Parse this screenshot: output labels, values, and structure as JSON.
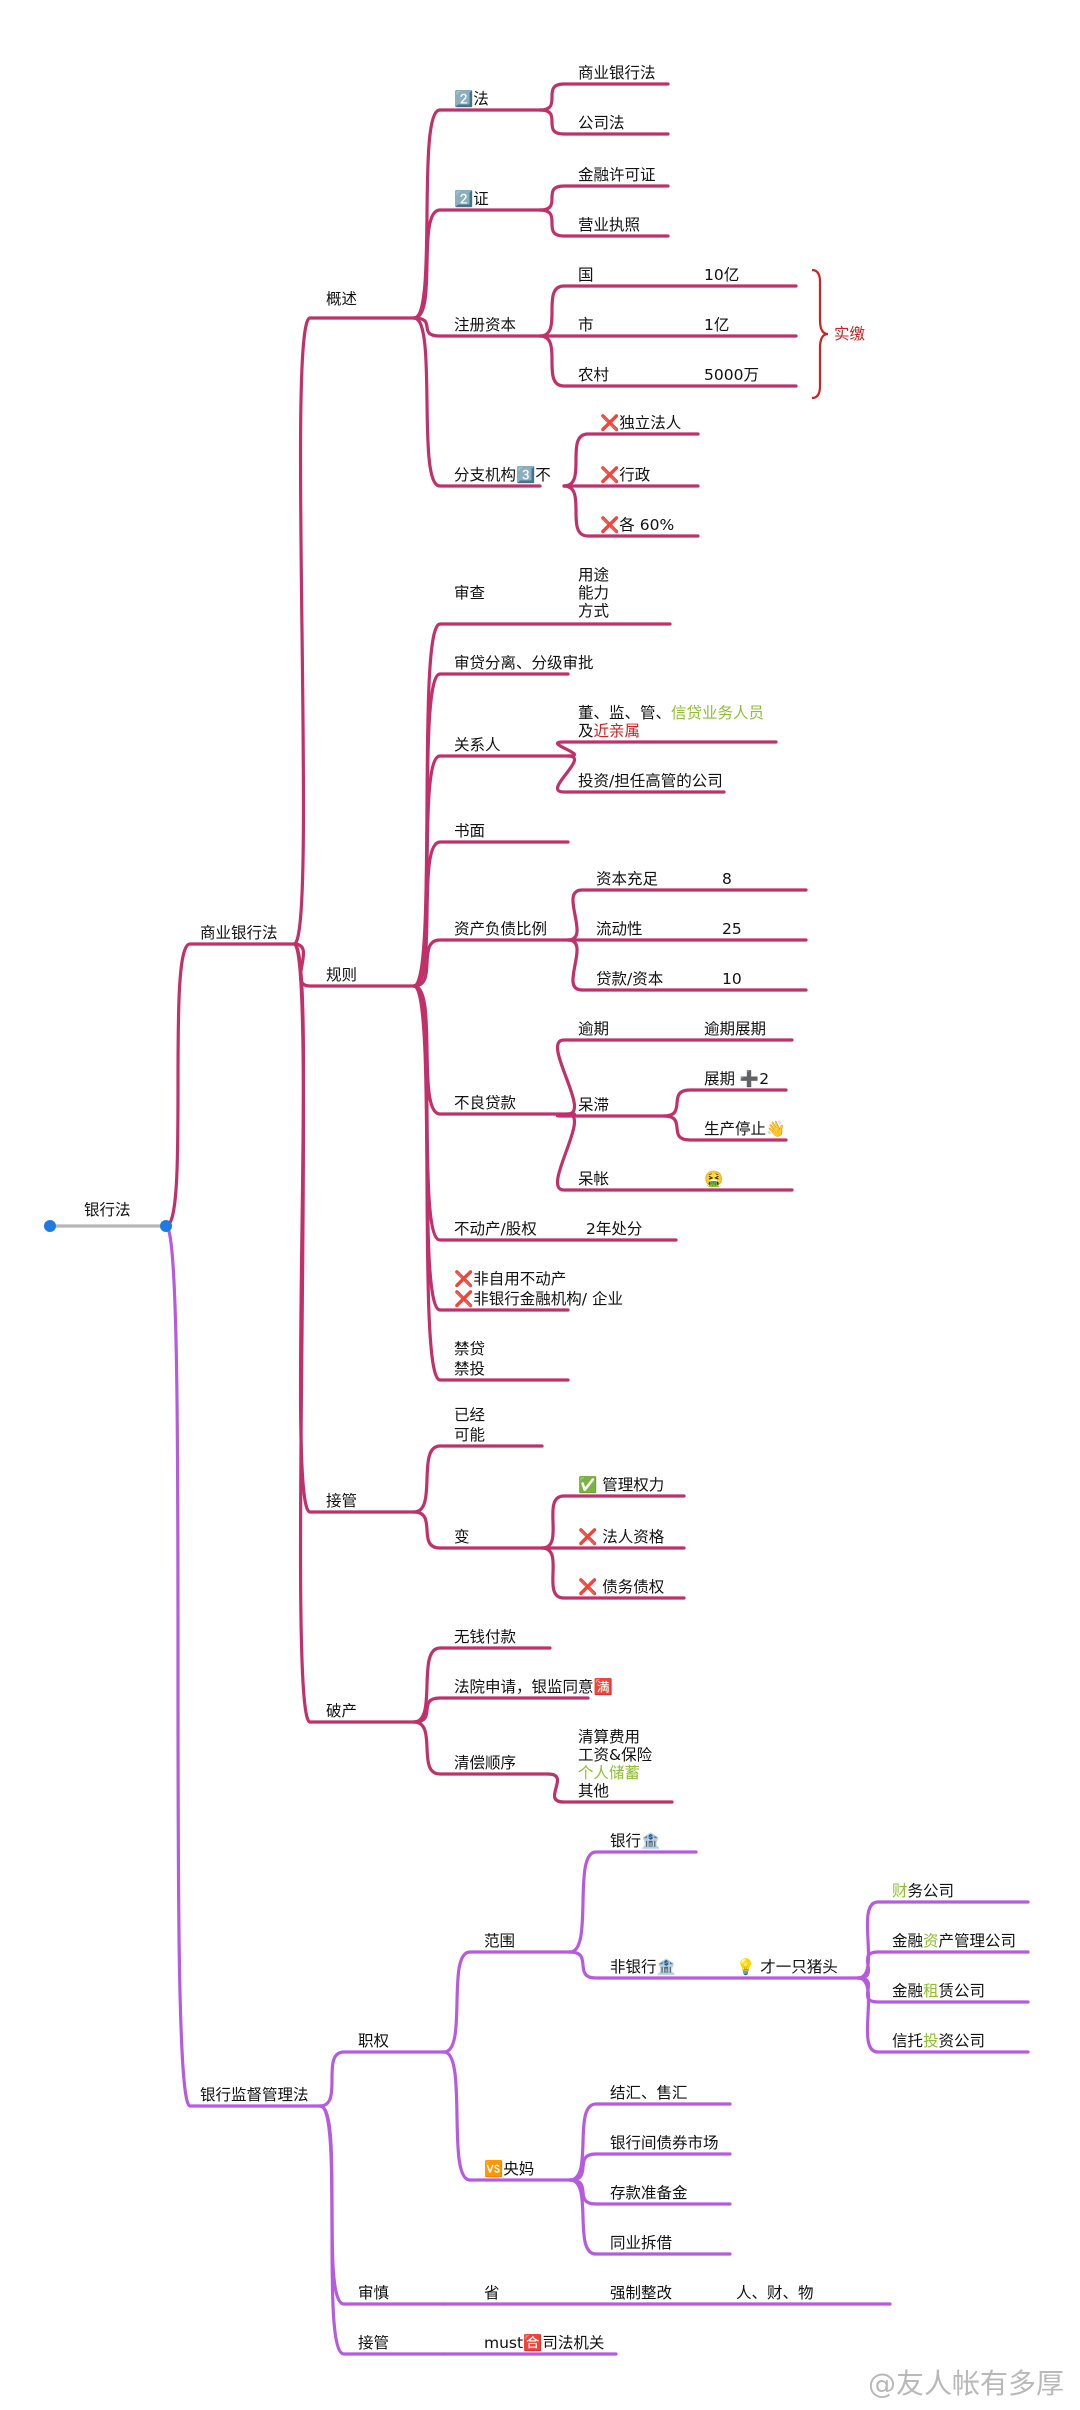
{
  "colors": {
    "pink": "#c2306a",
    "purple": "#b65ae0",
    "root": "#b7b7b7",
    "red": "#cc2222",
    "green": "#8fbf2e"
  },
  "root": "银行法",
  "b1": {
    "label": "商业银行法",
    "gaishu": {
      "label": "概述",
      "fa": {
        "label": "2️⃣法",
        "items": [
          "商业银行法",
          "公司法"
        ]
      },
      "zheng": {
        "label": "2️⃣证",
        "items": [
          "金融许可证",
          "营业执照"
        ]
      },
      "ziben": {
        "label": "注册资本",
        "rows": [
          [
            "国",
            "10亿"
          ],
          [
            "市",
            "1亿"
          ],
          [
            "农村",
            "5000万"
          ]
        ],
        "brace": "实缴"
      },
      "fenzhi": {
        "label": "分支机构3️⃣不",
        "items": [
          "❌独立法人",
          "❌行政",
          "❌各 60%"
        ]
      }
    },
    "guize": {
      "label": "规则",
      "shencha": {
        "label": "审查",
        "lines": [
          "用途",
          "能力",
          "方式"
        ]
      },
      "shendai": "审贷分离、分级审批",
      "guanxi": {
        "label": "关系人",
        "a1": "董、监、管、",
        "a2": "信贷业务人员",
        "a3": "及",
        "a4": "近亲属",
        "b": "投资/担任高管的公司"
      },
      "shumian": "书面",
      "zichan": {
        "label": "资产负债比例",
        "rows": [
          [
            "资本充足",
            "8"
          ],
          [
            "流动性",
            "25"
          ],
          [
            "贷款/资本",
            "10"
          ]
        ]
      },
      "buliang": {
        "label": "不良贷款",
        "yuqi": "逾期",
        "yuqi_v": "逾期展期",
        "daizhi": "呆滞",
        "zhanqi": "展期 ➕2",
        "tingzhi": "生产停止👋",
        "daizhang": "呆帐",
        "daizhang_v": "🤮"
      },
      "budong": {
        "label": "不动产/股权",
        "v": "2年处分"
      },
      "fei": [
        "❌非自用不动产",
        "❌非银行金融机构/ 企业"
      ],
      "jin": [
        "禁贷",
        "禁投"
      ]
    },
    "jieguan": {
      "label": "接管",
      "yijing": [
        "已经",
        "可能"
      ],
      "bian": "变",
      "bian_items": [
        "✅ 管理权力",
        "❌ 法人资格",
        "❌ 债务债权"
      ]
    },
    "pochan": {
      "label": "破产",
      "wuqian": "无钱付款",
      "fayuan": "法院申请，银监同意🈵",
      "qingchang": "清偿顺序",
      "order": [
        "清算费用",
        "工资&保险",
        "个人储蓄",
        "其他"
      ]
    }
  },
  "b2": {
    "label": "银行监督管理法",
    "zhiquan": {
      "label": "职权",
      "fanwei": "范围",
      "yinhang": "银行🏦",
      "feiyinhang": "非银行🏦",
      "zhutou": "💡 才一只猪头",
      "companies": [
        {
          "a": "财",
          "b": "务公司"
        },
        {
          "a": "金融",
          "h": "资",
          "b": "产管理公司"
        },
        {
          "a": "金融",
          "h": "租",
          "b": "赁公司"
        },
        {
          "a": "信托",
          "h": "投",
          "b": "资公司"
        }
      ],
      "yangma": "🆚央妈",
      "yangma_items": [
        "结汇、售汇",
        "银行间债券市场",
        "存款准备金",
        "同业拆借"
      ]
    },
    "shenshen": {
      "label": "审慎",
      "sheng": "省",
      "zhenggai": "强制整改",
      "items": "人、财、物"
    },
    "jieguan": {
      "label": "接管",
      "must": "must🈴司法机关"
    }
  },
  "watermark": "@友人帐有多厚"
}
